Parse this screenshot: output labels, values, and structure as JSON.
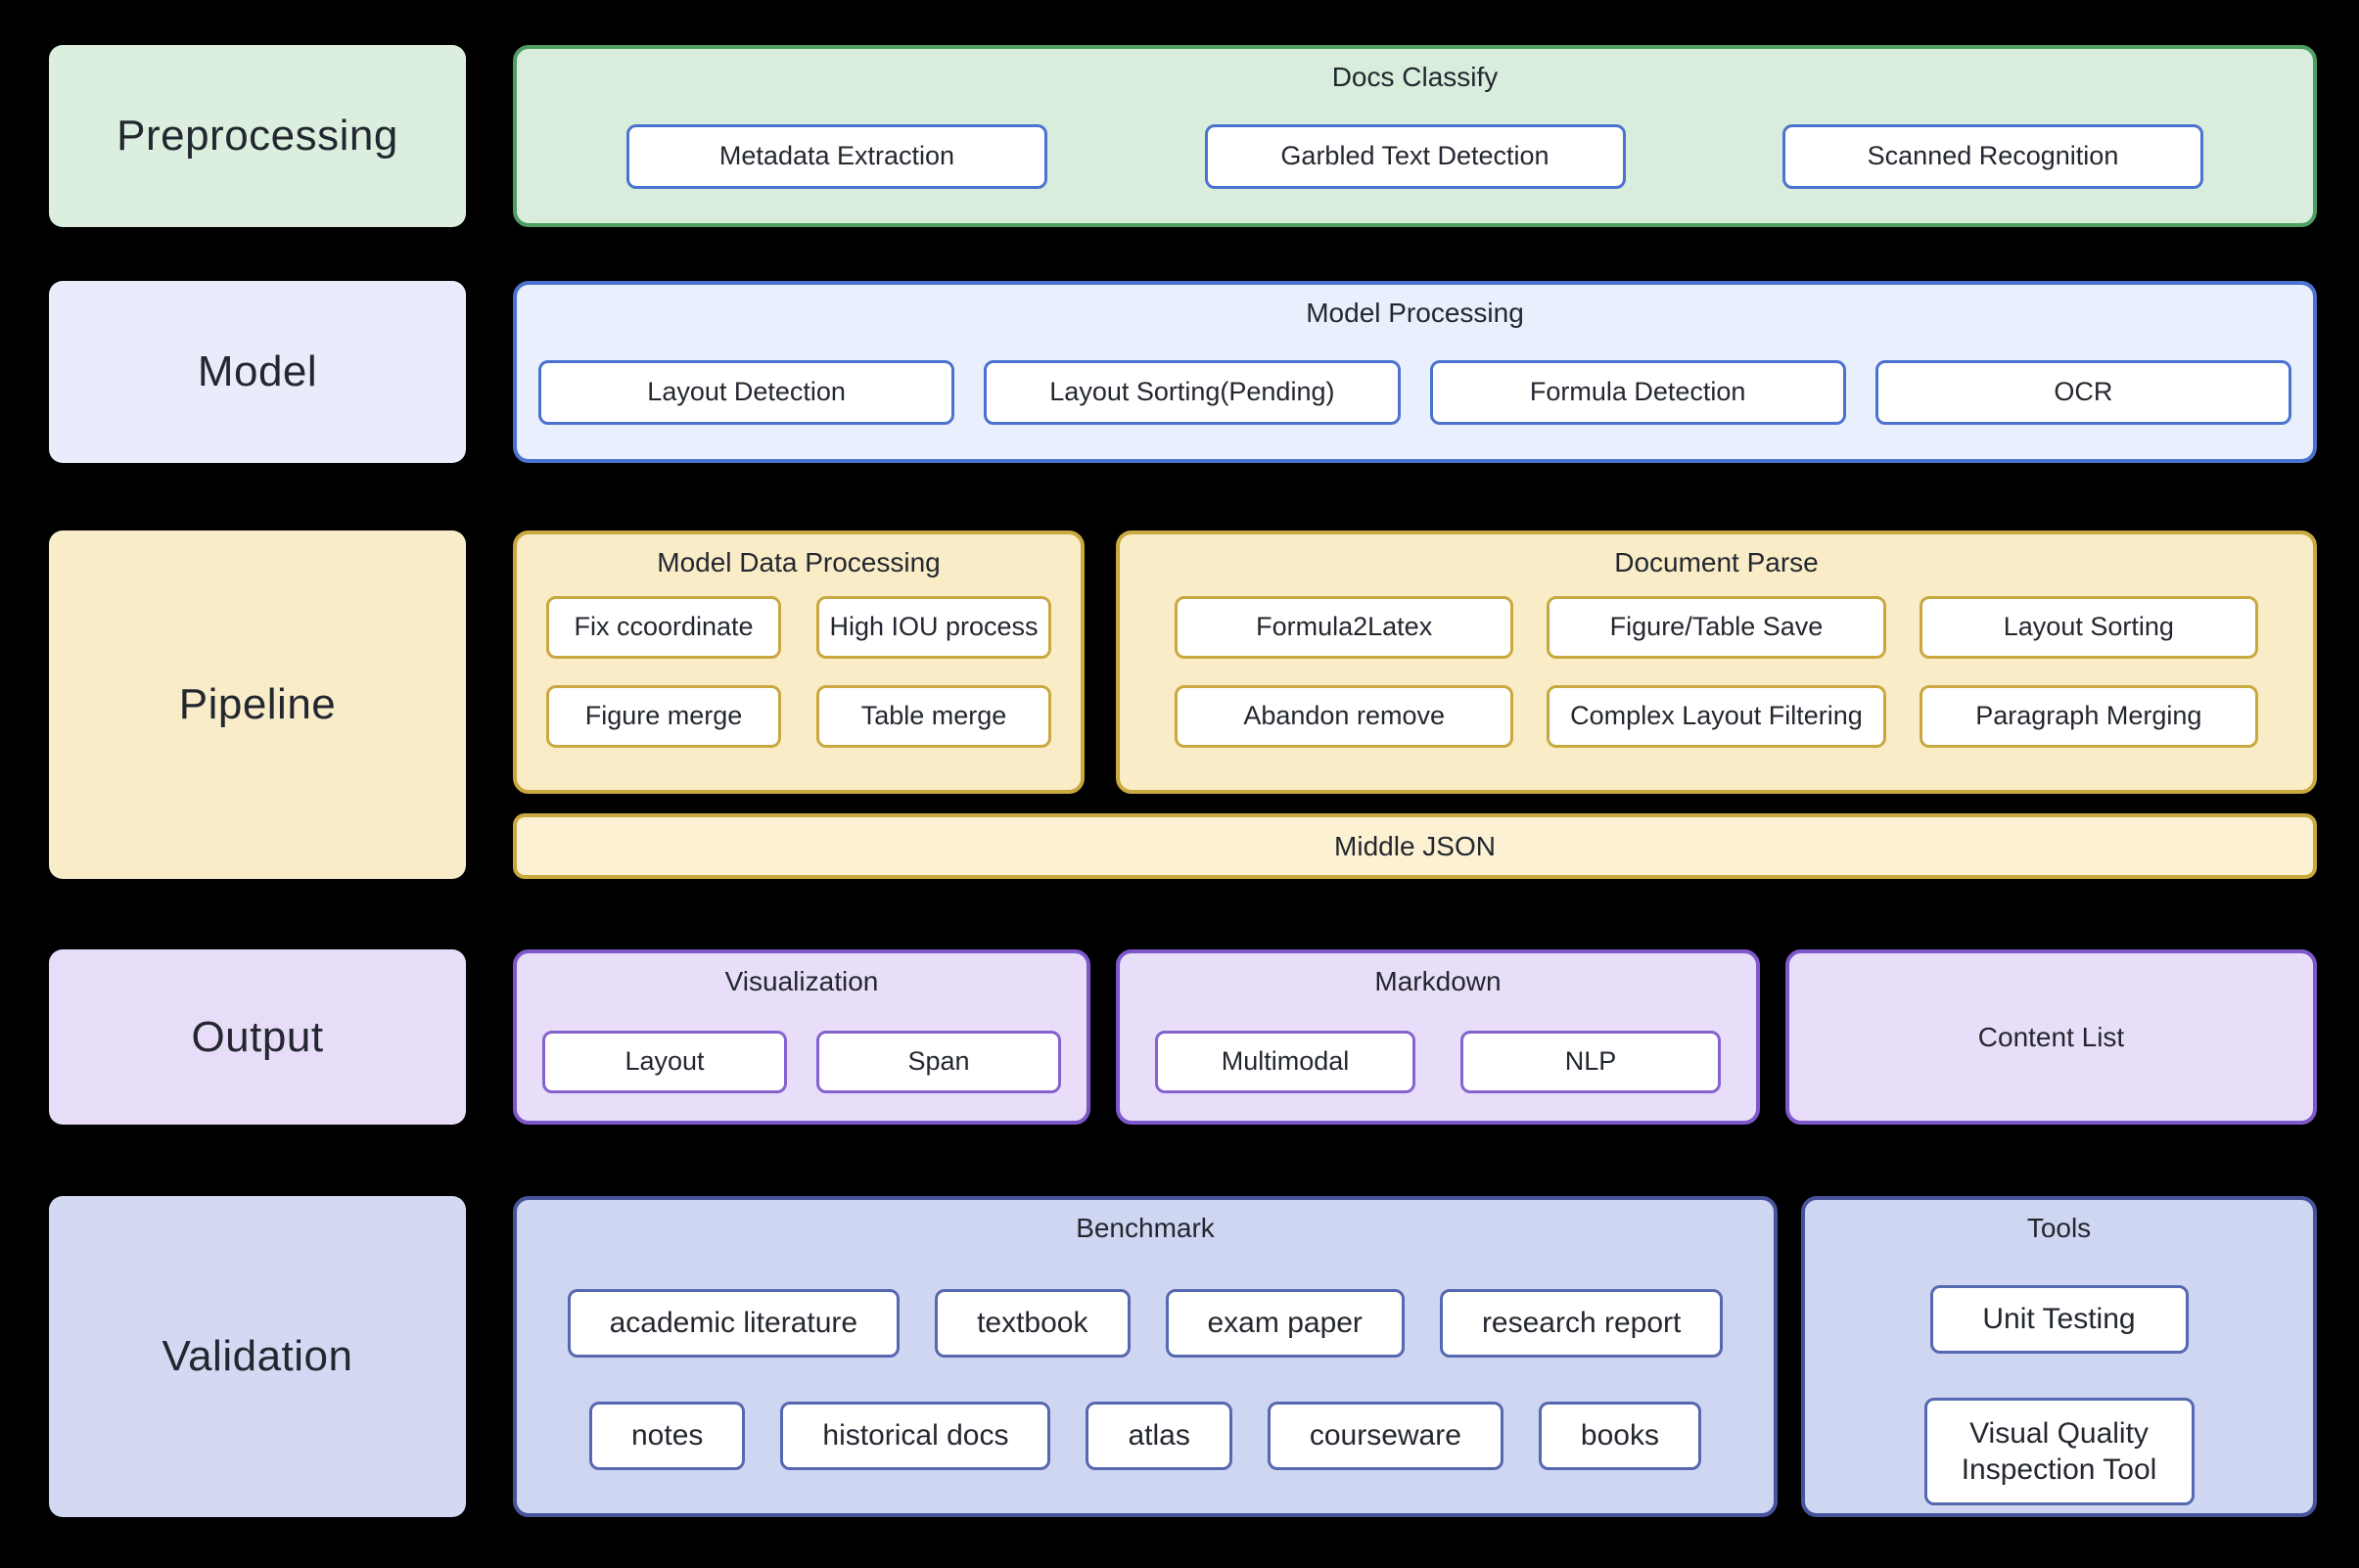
{
  "palette": {
    "background": "#000000",
    "text": "#23272f",
    "node_fill": "#ffffff",
    "node_border_blue": "#4b72cf",
    "green_fill": "#d8eddc",
    "green_label_fill": "#dcefdf",
    "green_border": "#4f9d63",
    "blue_fill": "#e9effc",
    "blue_label_fill": "#e9edfb",
    "blue_border": "#4b72cf",
    "gold_fill": "#f9ecc7",
    "gold_bar_fill": "#fcf2d3",
    "gold_label_fill": "#f9ecc9",
    "gold_border": "#c9a83f",
    "purple_fill": "#e8def9",
    "purple_label_fill": "#e7ddf9",
    "purple_border": "#7e57ca",
    "purple_node_border": "#8463cf",
    "periwinkle_fill": "#cfd6f1",
    "periwinkle_label_fill": "#d3d9f3",
    "periwinkle_border": "#47549b",
    "periwinkle_node_border": "#5568b0"
  },
  "rows": [
    {
      "label": "Preprocessing",
      "containers": [
        {
          "title": "Docs Classify",
          "buttons": [
            "Metadata Extraction",
            "Garbled Text Detection",
            "Scanned Recognition"
          ]
        }
      ]
    },
    {
      "label": "Model",
      "containers": [
        {
          "title": "Model Processing",
          "buttons": [
            "Layout Detection",
            "Layout Sorting(Pending)",
            "Formula Detection",
            "OCR"
          ]
        }
      ]
    },
    {
      "label": "Pipeline",
      "containers": [
        {
          "title": "Model Data Processing",
          "button_rows": [
            [
              "Fix ccoordinate",
              "High IOU process"
            ],
            [
              "Figure merge",
              "Table merge"
            ]
          ]
        },
        {
          "title": "Document Parse",
          "button_rows": [
            [
              "Formula2Latex",
              "Figure/Table Save",
              "Layout Sorting"
            ],
            [
              "Abandon remove",
              "Complex Layout Filtering",
              "Paragraph Merging"
            ]
          ]
        }
      ],
      "bar": "Middle JSON"
    },
    {
      "label": "Output",
      "containers": [
        {
          "title": "Visualization",
          "buttons": [
            "Layout",
            "Span"
          ]
        },
        {
          "title": "Markdown",
          "buttons": [
            "Multimodal",
            "NLP"
          ]
        },
        {
          "title": "Content List",
          "buttons": []
        }
      ]
    },
    {
      "label": "Validation",
      "containers": [
        {
          "title": "Benchmark",
          "button_rows": [
            [
              "academic literature",
              "textbook",
              "exam paper",
              "research report"
            ],
            [
              "notes",
              "historical docs",
              "atlas",
              "courseware",
              "books"
            ]
          ]
        },
        {
          "title": "Tools",
          "button_rows": [
            [
              "Unit Testing"
            ],
            [
              "Visual Quality Inspection Tool"
            ]
          ]
        }
      ]
    }
  ]
}
